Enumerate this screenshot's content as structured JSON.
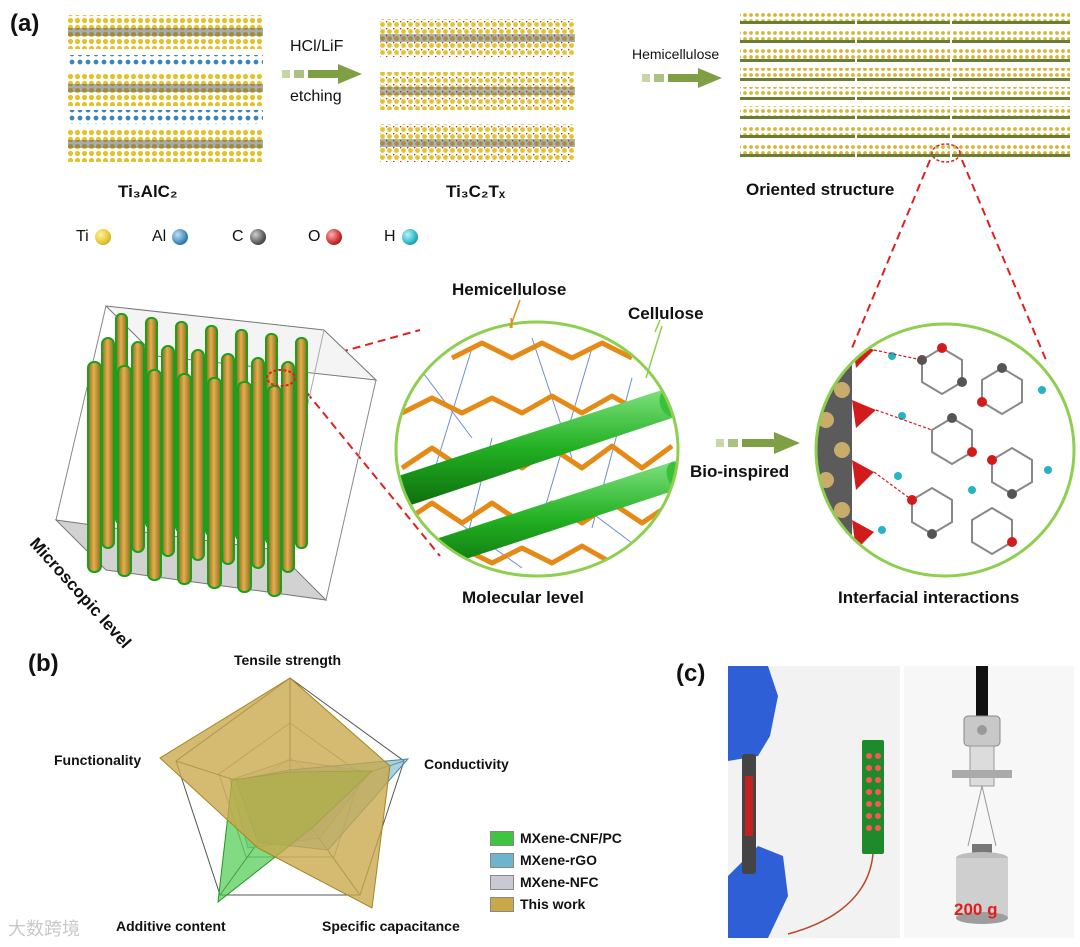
{
  "panel_a": {
    "label": "(a)",
    "arrow1": {
      "top": "HCl/LiF",
      "bottom": "etching"
    },
    "arrow2": {
      "top": "Hemicellulose"
    },
    "captions": {
      "max_phase": "Ti₃AlC₂",
      "mxene": "Ti₃C₂Tₓ",
      "oriented": "Oriented structure"
    },
    "atoms": [
      {
        "symbol": "Ti",
        "color": "#e3c22b"
      },
      {
        "symbol": "Al",
        "color": "#3b86b8"
      },
      {
        "symbol": "C",
        "color": "#555555"
      },
      {
        "symbol": "O",
        "color": "#c62828"
      },
      {
        "symbol": "H",
        "color": "#26b3c4"
      }
    ],
    "microscopic": "Microscopic level",
    "molecular": "Molecular level",
    "hemicellulose": "Hemicellulose",
    "cellulose": "Cellulose",
    "bio_inspired": "Bio-inspired",
    "interfacial": "Interfacial interactions"
  },
  "panel_b": {
    "label": "(b)",
    "axes": [
      "Tensile strength",
      "Conductivity",
      "Specific capacitance",
      "Additive content",
      "Functionality"
    ],
    "series": [
      {
        "name": "MXene-CNF/PC",
        "color": "#3fc63f"
      },
      {
        "name": "MXene-rGO",
        "color": "#6fb3cc"
      },
      {
        "name": "MXene-NFC",
        "color": "#c9c9d6"
      },
      {
        "name": "This work",
        "color": "#c9a84a"
      }
    ]
  },
  "panel_c": {
    "label": "(c)",
    "weight": "200 g"
  },
  "watermark": "大数跨境"
}
